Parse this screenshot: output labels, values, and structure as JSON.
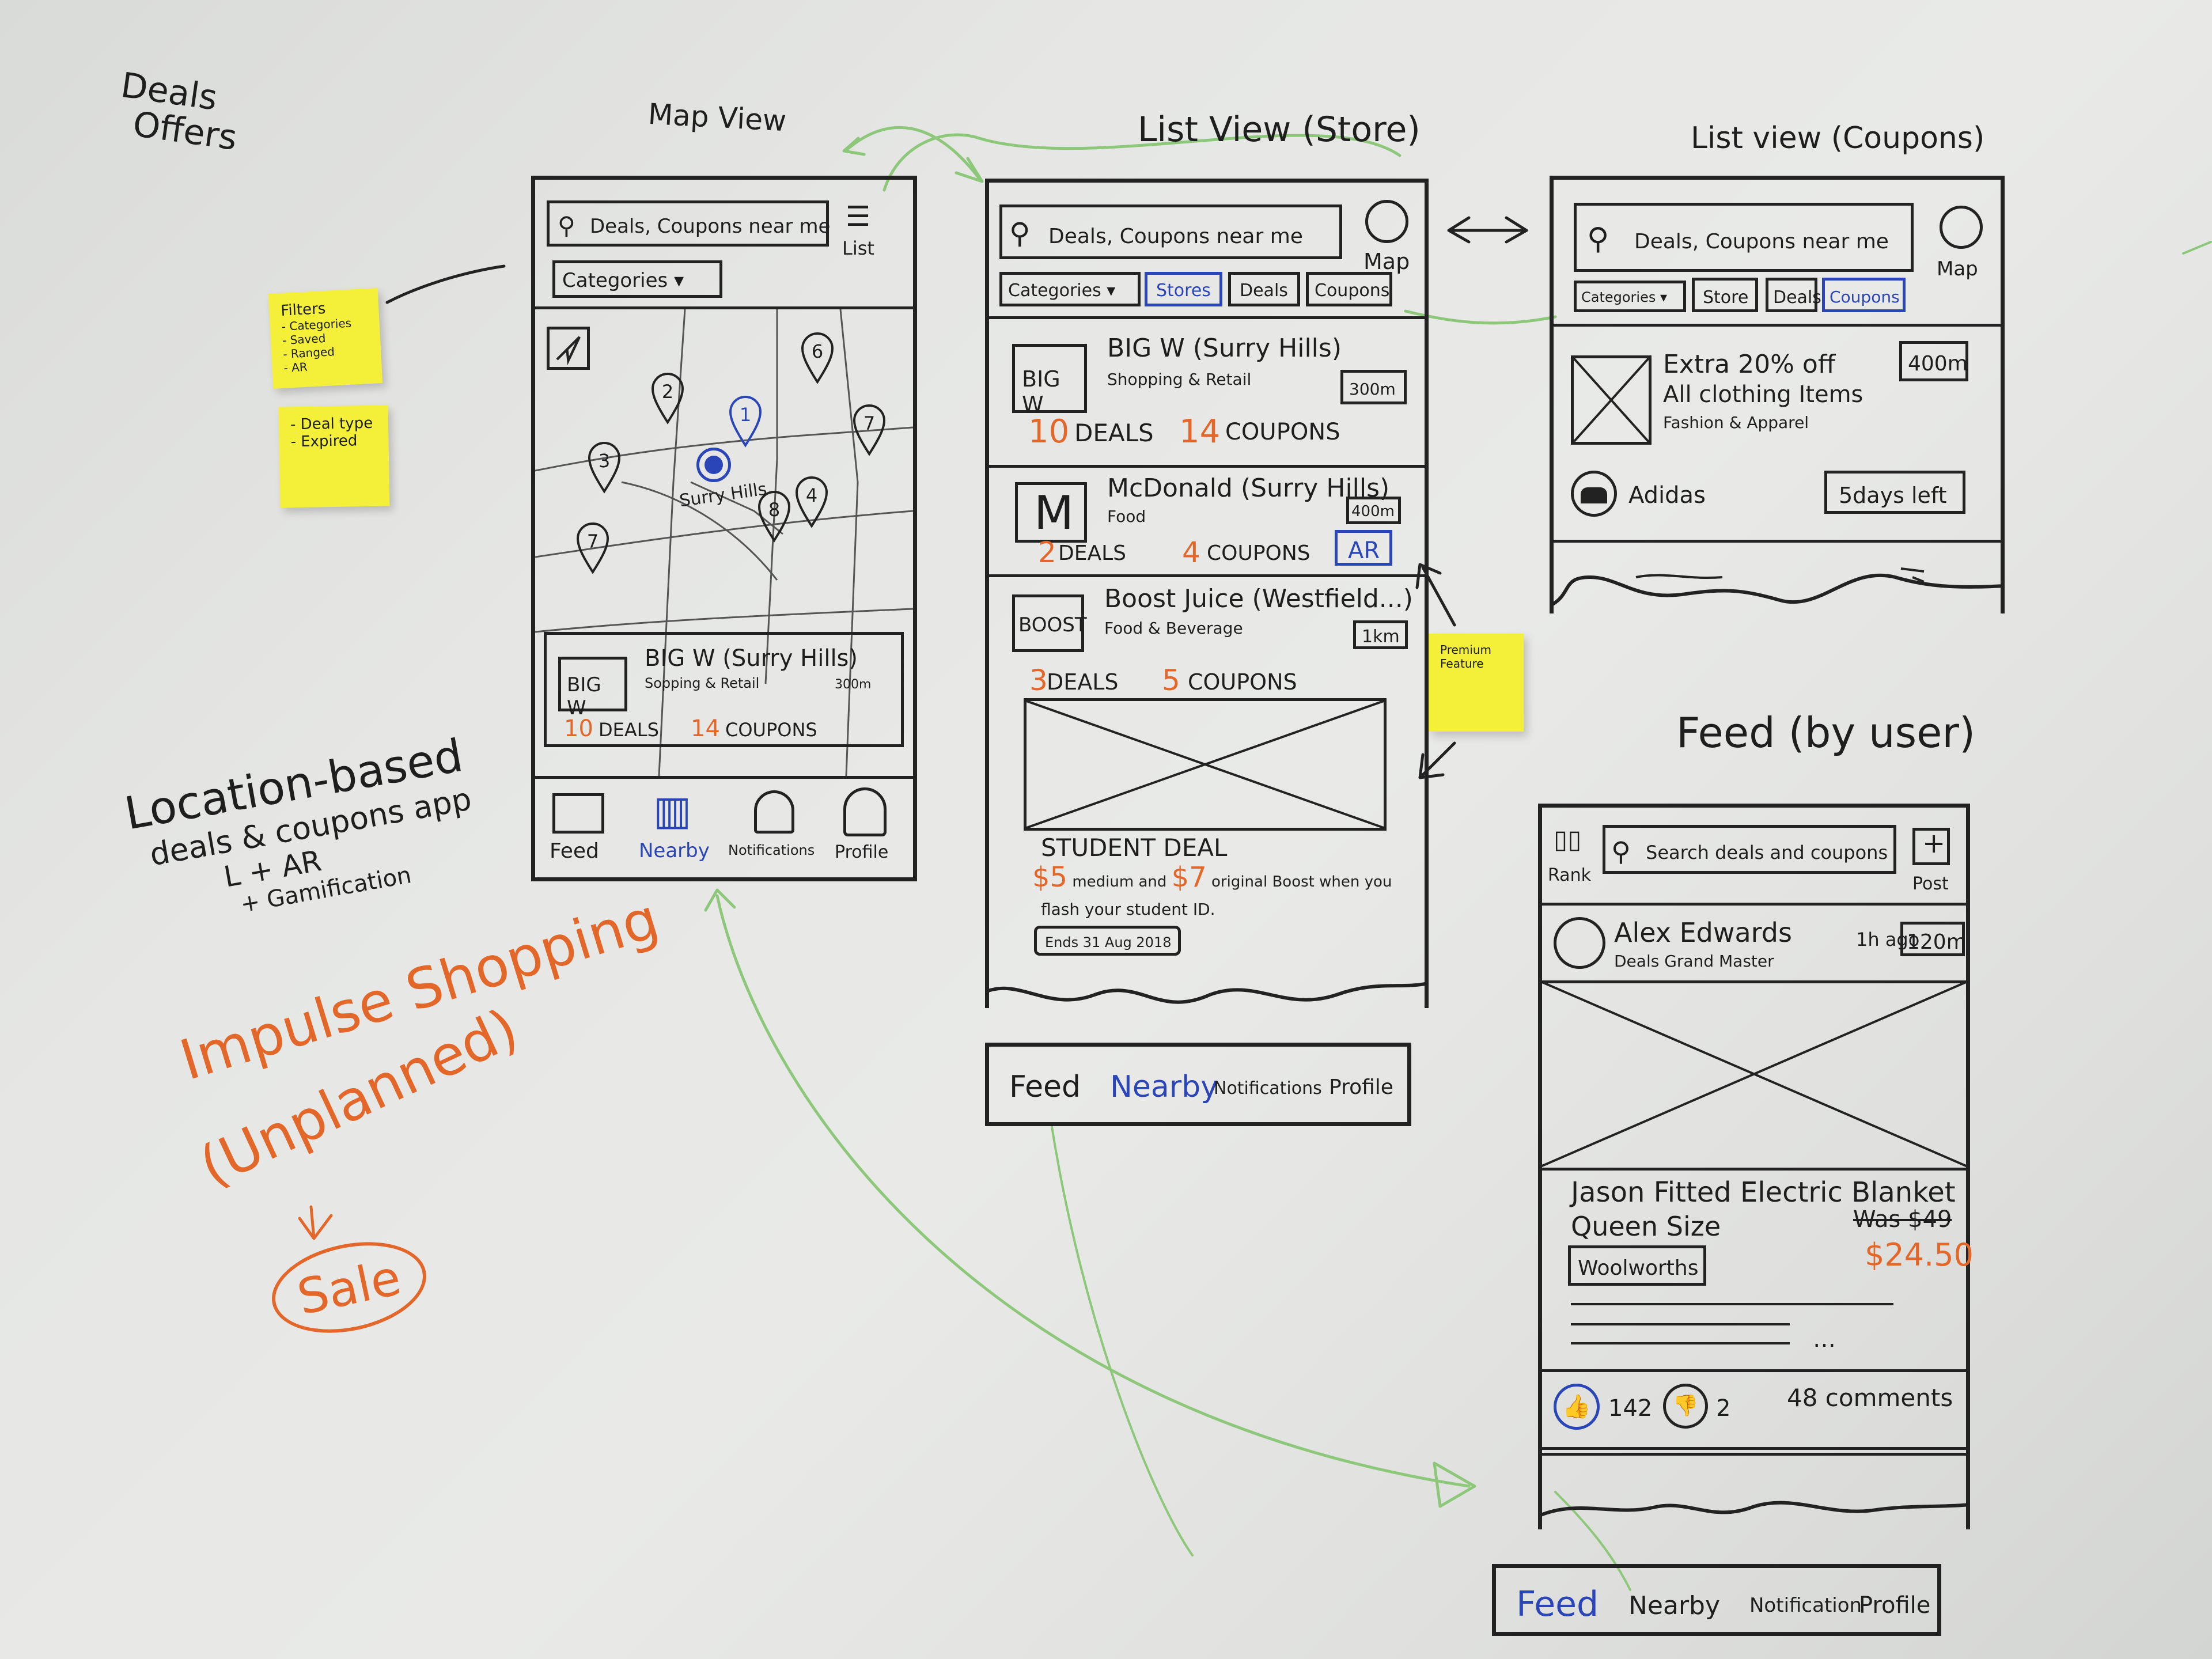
{
  "board": {
    "title_line1": "Deals",
    "title_line2": "Offers",
    "concept_line1": "Location-based",
    "concept_line2": "deals & coupons app",
    "concept_line3": "L + AR",
    "concept_line4": "+ Gamification",
    "impulse": "Impulse Shopping",
    "unplanned": "(Unplanned)",
    "sale": "Sale"
  },
  "stickies": {
    "filters": [
      "Filters",
      "- Categories",
      "- Saved",
      "- Ranged",
      "- AR"
    ],
    "deal": [
      "- Deal type",
      "- Expired"
    ],
    "premium": "Premium Feature"
  },
  "map_view": {
    "heading": "Map View",
    "search_placeholder": "Deals, Coupons near me",
    "list_label": "List",
    "categories": "Categories ▾",
    "pins": [
      "2",
      "1",
      "6",
      "7",
      "3",
      "4",
      "8",
      "7"
    ],
    "place_label": "Surry Hills",
    "card": {
      "logo": "BIG W",
      "name": "BIG W (Surry Hills)",
      "category": "Sopping & Retail",
      "distance": "300m",
      "deals_num": "10",
      "deals_word": "DEALS",
      "coupons_num": "14",
      "coupons_word": "COUPONS"
    },
    "nav": [
      "Feed",
      "Nearby",
      "Notifications",
      "Profile"
    ]
  },
  "list_store": {
    "heading": "List View (Store)",
    "search_placeholder": "Deals, Coupons near me",
    "map_label": "Map",
    "filters": [
      "Categories ▾",
      "Stores",
      "Deals",
      "Coupons"
    ],
    "stores": [
      {
        "logo": "BIG W",
        "name": "BIG W (Surry Hills)",
        "category": "Shopping & Retail",
        "distance": "300m",
        "deals_num": "10",
        "deals_word": "DEALS",
        "coupons_num": "14",
        "coupons_word": "COUPONS"
      },
      {
        "logo": "M",
        "name": "McDonald (Surry Hills)",
        "category": "Food",
        "distance": "400m",
        "deals_num": "2",
        "deals_word": "DEALS",
        "coupons_num": "4",
        "coupons_word": "COUPONS",
        "badge": "AR"
      },
      {
        "logo": "BOOST",
        "name": "Boost Juice (Westfield...)",
        "category": "Food & Beverage",
        "distance": "1km",
        "deals_num": "3",
        "deals_word": "DEALS",
        "coupons_num": "5",
        "coupons_word": "COUPONS"
      }
    ],
    "deal": {
      "title": "STUDENT DEAL",
      "price1": "$5",
      "text1": "medium and",
      "price2": "$7",
      "text2": "original Boost when you",
      "text3": "flash your student ID.",
      "ends": "Ends 31 Aug 2018"
    },
    "nav": [
      "Feed",
      "Nearby",
      "Notifications",
      "Profile"
    ]
  },
  "list_coupons": {
    "heading": "List view (Coupons)",
    "search_placeholder": "Deals, Coupons near me",
    "map_label": "Map",
    "filters": [
      "Categories ▾",
      "Store",
      "Deals",
      "Coupons"
    ],
    "coupon": {
      "line1": "Extra 20% off",
      "line2": "All clothing Items",
      "category": "Fashion & Apparel",
      "distance": "400m",
      "brand": "Adidas",
      "days_left": "5days left"
    }
  },
  "feed": {
    "heading": "Feed (by user)",
    "rank_label": "Rank",
    "search_placeholder": "Search deals and coupons",
    "post_label": "Post",
    "post_plus": "+",
    "user_name": "Alex Edwards",
    "user_title": "Deals Grand Master",
    "time_ago": "1h ago",
    "distance": "120m",
    "product_line1": "Jason Fitted Electric Blanket",
    "product_line2": "Queen Size",
    "store": "Woolworths",
    "was_price": "Was $49",
    "price": "$24.50",
    "likes": "142",
    "dislikes": "2",
    "comments": "48 comments",
    "nav": [
      "Feed",
      "Nearby",
      "Notification",
      "Profile"
    ]
  },
  "colors": {
    "ink": "#1e1e1e",
    "orange_marker": "#e4672a",
    "blue_marker": "#2a45b8",
    "green_arrows": "#8dc77a",
    "sticky": "#f4f03a"
  }
}
